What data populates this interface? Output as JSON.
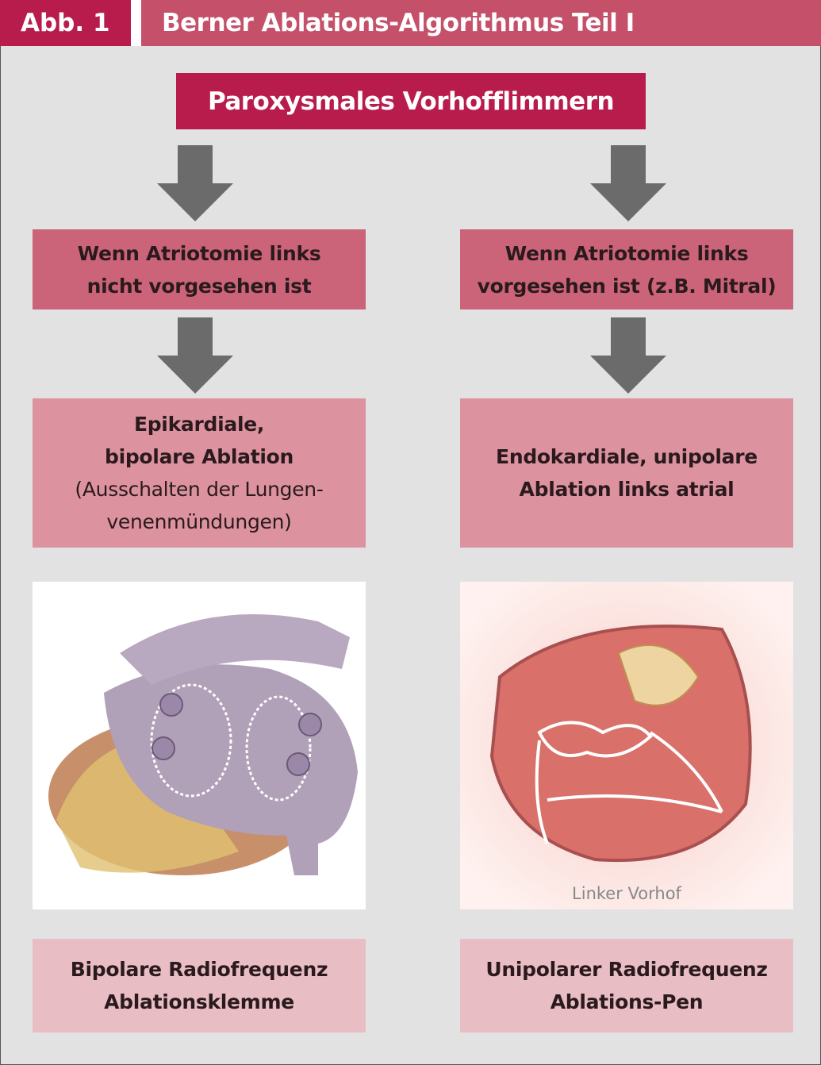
{
  "header": {
    "figure_label": "Abb. 1",
    "title": "Berner Ablations-Algorithmus Teil I"
  },
  "root": "Paroxysmales Vorhofflimmern",
  "left": {
    "condition": [
      "Wenn Atriotomie links",
      "nicht vorgesehen ist"
    ],
    "method_bold": [
      "Epikardiale,",
      "bipolare Ablation"
    ],
    "method_note": [
      "(Ausschalten der Lungen-",
      "venenmündungen)"
    ],
    "device": [
      "Bipolare Radiofrequenz",
      "Ablationsklemme"
    ]
  },
  "right": {
    "condition": [
      "Wenn Atriotomie links",
      "vorgesehen ist (z.B. Mitral)"
    ],
    "method_bold": [
      "Endokardiale, unipolare",
      "Ablation links atrial"
    ],
    "image_caption": "Linker Vorhof",
    "device": [
      "Unipolarer Radiofrequenz",
      "Ablations-Pen"
    ]
  },
  "colors": {
    "primary": "#b81c4d",
    "title_bar": "#c4506a",
    "row1": "#cc6479",
    "row2": "#dc939f",
    "row4": "#e8bdc4",
    "arrow": "#6b6b6b"
  }
}
